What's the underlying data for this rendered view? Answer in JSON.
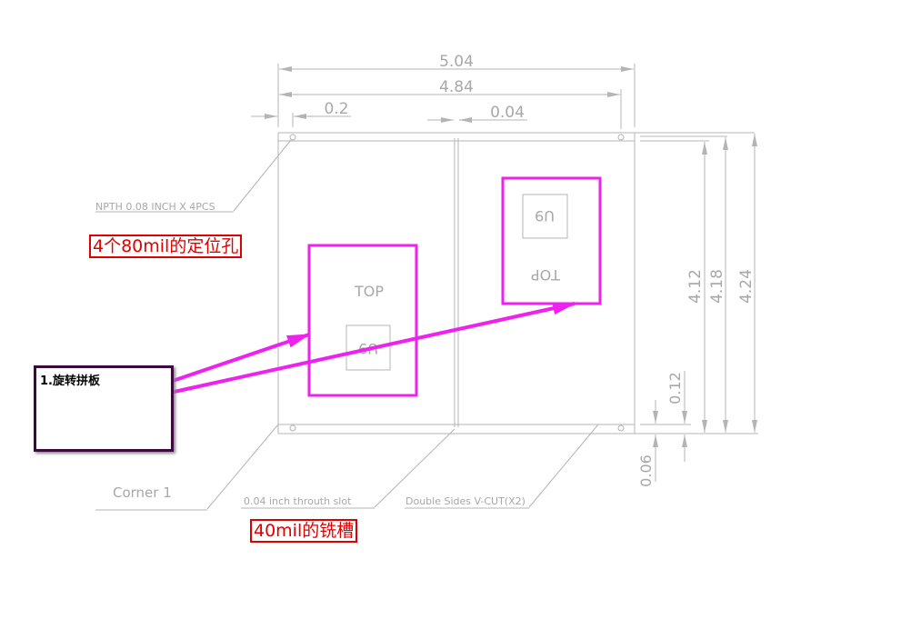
{
  "dimensions": {
    "overall_width": "5.04",
    "inner_width": "4.84",
    "rail_offset": "0.2",
    "slot_width": "0.04",
    "height_inner": "4.12",
    "height_mid": "4.18",
    "height_overall": "4.24",
    "rail_hole_offset": "0.12",
    "hole_edge_offset": "0.06"
  },
  "boards": {
    "left": {
      "top_label": "TOP",
      "part_label": "U9"
    },
    "right": {
      "top_label": "TOP",
      "part_label": "U9"
    }
  },
  "callouts": {
    "npth": "NPTH 0.08 INCH X 4PCS",
    "corner": "Corner 1",
    "slot": "0.04 inch throuth slot",
    "vcut": "Double Sides V-CUT(X2)"
  },
  "annotations": {
    "holes_cn": "4个80mil的定位孔",
    "slot_cn": "40mil的铣槽",
    "note": "1.旋转拼板"
  },
  "colors": {
    "highlight": "#ee22ee",
    "annotation": "#e00000",
    "drawing": "#b4b4b4"
  }
}
